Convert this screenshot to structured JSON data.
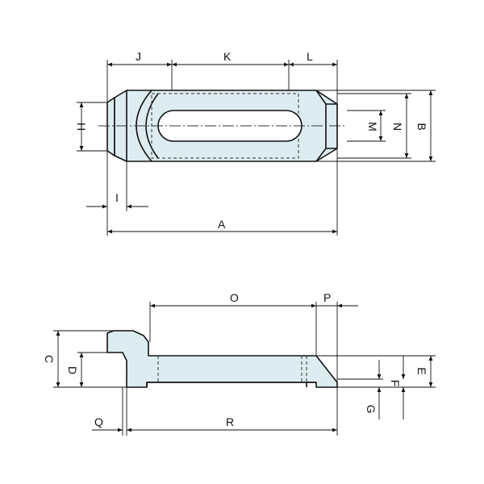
{
  "labels": {
    "A": "A",
    "B": "B",
    "C": "C",
    "D": "D",
    "E": "E",
    "F": "F",
    "G": "G",
    "H": "H",
    "I": "I",
    "J": "J",
    "K": "K",
    "L": "L",
    "M": "M",
    "N": "N",
    "O": "O",
    "P": "P",
    "Q": "Q",
    "R": "R"
  },
  "colors": {
    "part_fill": "#dcecf1",
    "line": "#111111"
  }
}
